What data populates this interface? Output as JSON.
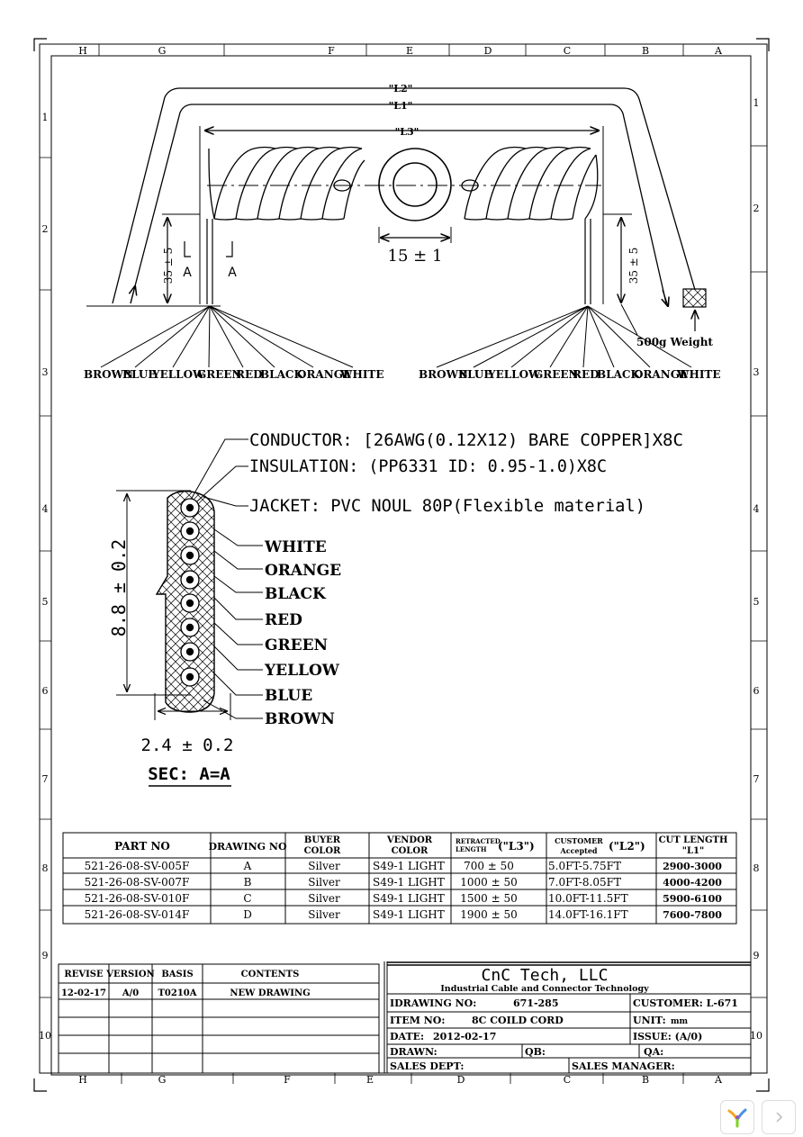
{
  "frame": {
    "top_letters": [
      "H",
      "G",
      "F",
      "E",
      "D",
      "C",
      "B",
      "A"
    ],
    "bottom_letters": [
      "H",
      "G",
      "F",
      "E",
      "D",
      "C",
      "B",
      "A"
    ],
    "left_numbers": [
      "1",
      "2",
      "3",
      "4",
      "5",
      "6",
      "7",
      "8",
      "9",
      "10"
    ],
    "right_numbers": [
      "1",
      "2",
      "3",
      "4",
      "5",
      "6",
      "7",
      "8",
      "9",
      "10"
    ]
  },
  "cable": {
    "l2": "\"L2\"",
    "l1": "\"L1\"",
    "l3": "\"L3\"",
    "pitch": "15 ± 1",
    "tail_left": "35 ± 5",
    "tail_right": "35 ± 5",
    "section_mark": "A",
    "weight": "500g Weight",
    "wires": [
      "BROWN",
      "BLUE",
      "YELLOW",
      "GREEN",
      "RED",
      "BLACK",
      "ORANGE",
      "WHITE"
    ]
  },
  "section": {
    "conductor": "CONDUCTOR: [26AWG(0.12X12) BARE COPPER]X8C",
    "insulation": "INSULATION: (PP6331 ID: 0.95-1.0)X8C",
    "jacket": "JACKET: PVC NOUL 80P(Flexible material)",
    "labels": [
      "WHITE",
      "ORANGE",
      "BLACK",
      "RED",
      "GREEN",
      "YELLOW",
      "BLUE",
      "BROWN"
    ],
    "height": "8.8 ± 0.2",
    "width": "2.4 ± 0.2",
    "title": "SEC: A=A"
  },
  "parts_table": {
    "headers": {
      "part_no": "PART NO",
      "drawing_no": "DRAWING NO",
      "buyer_1": "BUYER",
      "buyer_2": "COLOR",
      "vendor_1": "VENDOR",
      "vendor_2": "COLOR",
      "retracted_1": "RETRACTED",
      "retracted_2": "LENGTH",
      "retracted_tag": "(\"L3\")",
      "customer_1": "CUSTOMER",
      "customer_2": "Accepted",
      "customer_tag": "(\"L2\")",
      "cut_1": "CUT LENGTH",
      "cut_2": "\"L1\""
    },
    "rows": [
      [
        "521-26-08-SV-005F",
        "A",
        "Silver",
        "S49-1 LIGHT",
        "700 ± 50",
        "5.0FT-5.75FT",
        "2900-3000"
      ],
      [
        "521-26-08-SV-007F",
        "B",
        "Silver",
        "S49-1 LIGHT",
        "1000 ± 50",
        "7.0FT-8.05FT",
        "4000-4200"
      ],
      [
        "521-26-08-SV-010F",
        "C",
        "Silver",
        "S49-1 LIGHT",
        "1500 ± 50",
        "10.0FT-11.5FT",
        "5900-6100"
      ],
      [
        "521-26-08-SV-014F",
        "D",
        "Silver",
        "S49-1 LIGHT",
        "1900 ± 50",
        "14.0FT-16.1FT",
        "7600-7800"
      ]
    ]
  },
  "revision_table": {
    "headers": [
      "REVISE",
      "VERSION",
      "BASIS",
      "CONTENTS"
    ],
    "rows": [
      [
        "12-02-17",
        "A/0",
        "T0210A",
        "NEW DRAWING"
      ]
    ]
  },
  "title_block": {
    "company": "CnC  Tech, LLC",
    "tagline": "Industrial Cable and Connector Technology",
    "drawing_no_label": "IDRAWING NO:",
    "drawing_no": "671-285",
    "customer": "CUSTOMER: L-671",
    "item_no_label": "ITEM NO:",
    "item_no": "8C COILD CORD",
    "unit_label": "UNIT:",
    "unit": "mm",
    "date_label": "DATE:",
    "date": "2012-02-17",
    "issue": "ISSUE: (A/0)",
    "drawn": "DRAWN:",
    "qb": "QB:",
    "qa": "QA:",
    "sales_dept": "SALES DEPT:",
    "sales_manager": "SALES MANAGER:"
  },
  "icons": [
    "viewer-logo-icon",
    "chevron-right-icon"
  ]
}
